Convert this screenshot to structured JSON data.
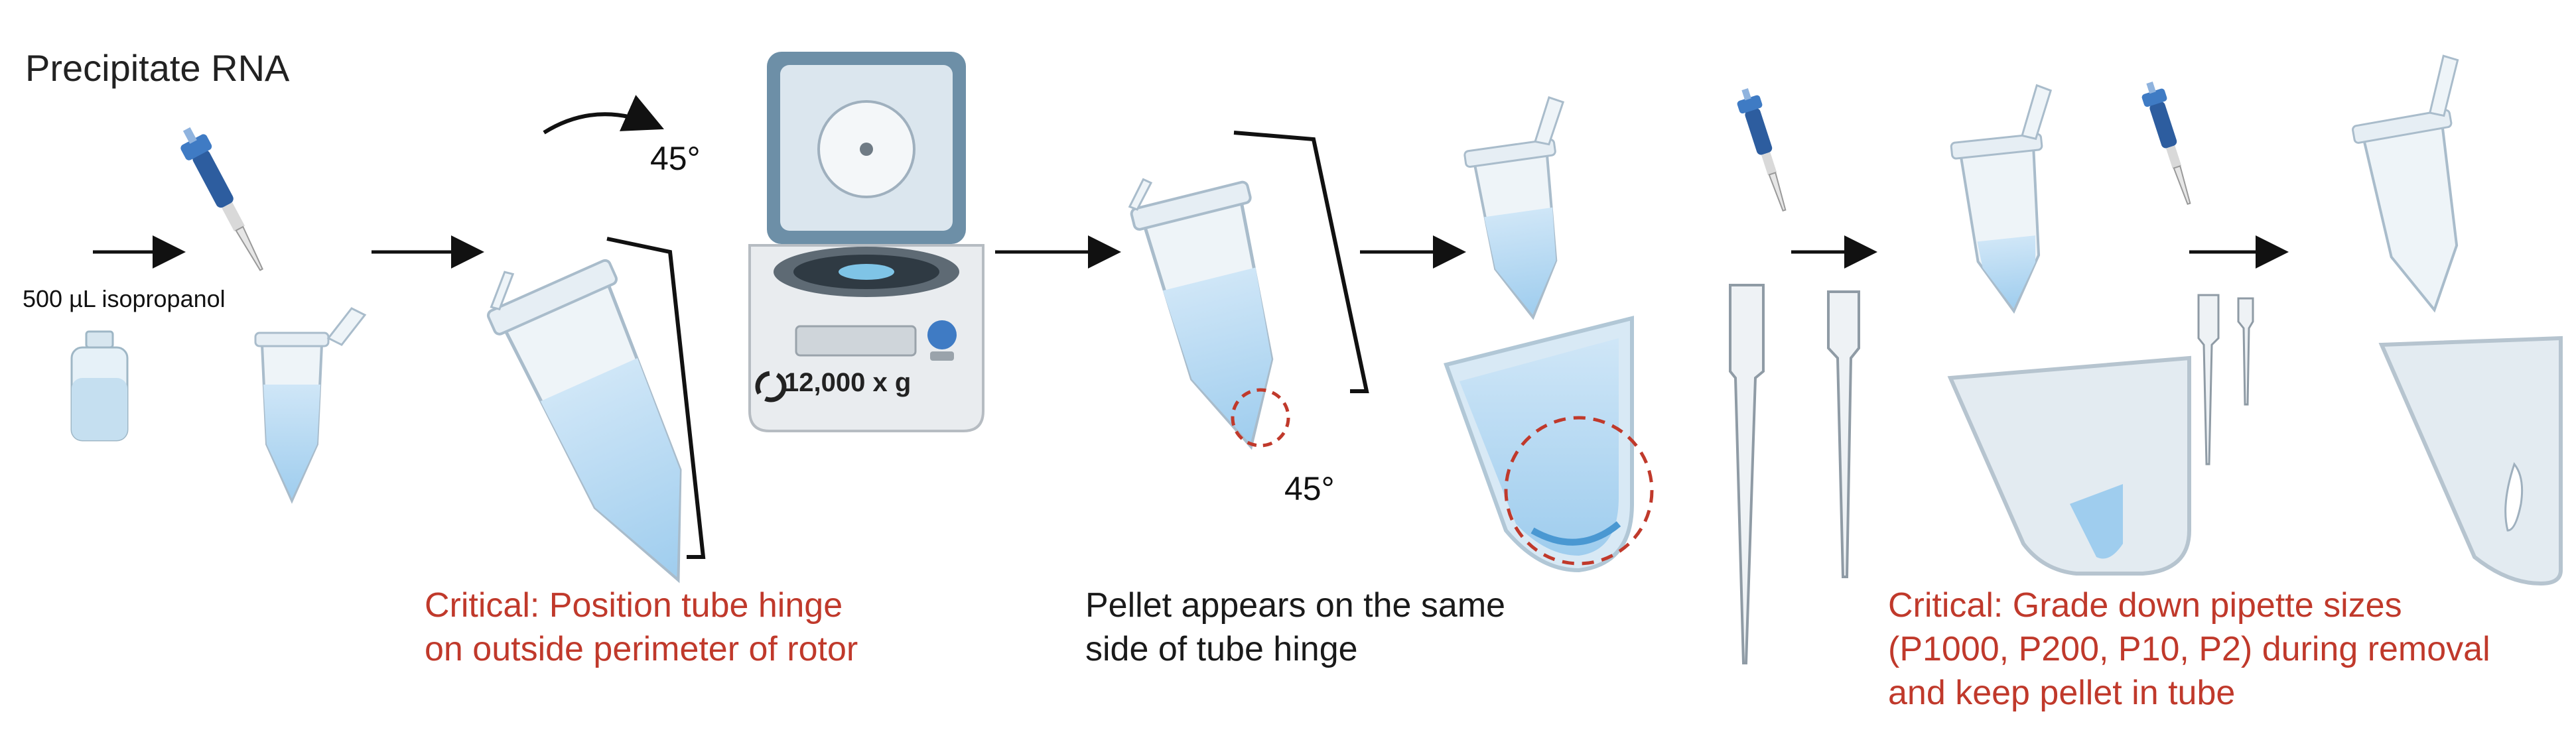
{
  "title": "Precipitate RNA",
  "reagent_label": "500 µL isopropanol",
  "rotation_angle": "45°",
  "tilt_angle": "45°",
  "centrifuge_speed": "12,000 x g",
  "captions": {
    "critical_rotor": {
      "line1": "Critical: Position tube hinge",
      "line2": "on outside perimeter of rotor"
    },
    "pellet_note": {
      "line1": "Pellet appears on the same",
      "line2": "side of tube hinge"
    },
    "critical_pipette": {
      "line1": "Critical: Grade down pipette sizes",
      "line2": "(P1000, P200, P10, P2) during removal",
      "line3": "and keep pellet in tube"
    }
  },
  "colors": {
    "critical_text": "#c0392b",
    "liquid": "#bcdcf3",
    "pipette_blue": "#2d5d9f",
    "dashed_circle": "#c0392b"
  },
  "icons": [
    "pipette-icon",
    "vial-icon",
    "tube-icon",
    "centrifuge-icon",
    "pipette-tip-icon",
    "arrow-icon"
  ]
}
